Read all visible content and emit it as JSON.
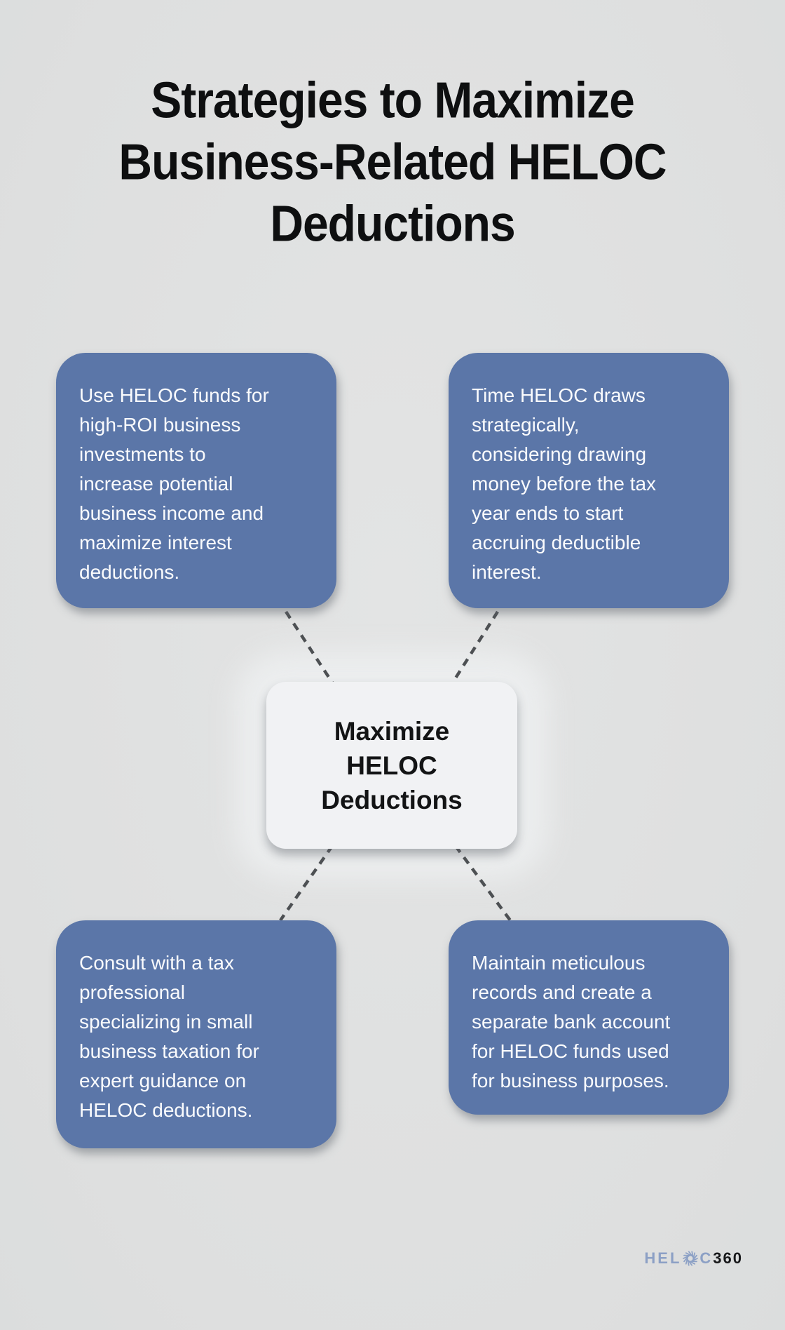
{
  "title": {
    "lines": [
      "Strategies to Maximize",
      "Business-Related HELOC",
      "Deductions"
    ]
  },
  "diagram": {
    "center": {
      "lines": [
        "Maximize",
        "HELOC",
        "Deductions"
      ]
    },
    "nodes": [
      {
        "id": "top-left",
        "lines": [
          "Use HELOC funds for",
          "high-ROI business",
          "investments to",
          "increase potential",
          "business income and",
          "maximize interest",
          "deductions."
        ]
      },
      {
        "id": "top-right",
        "lines": [
          "Time HELOC draws",
          "strategically,",
          "considering drawing",
          "money before the tax",
          "year ends to start",
          "accruing deductible",
          "interest."
        ]
      },
      {
        "id": "bottom-left",
        "lines": [
          "Consult with a tax",
          "professional",
          "specializing in small",
          "business taxation for",
          "expert guidance on",
          "HELOC deductions."
        ]
      },
      {
        "id": "bottom-right",
        "lines": [
          "Maintain meticulous",
          "records and create a",
          "separate bank account",
          "for HELOC funds used",
          "for business purposes."
        ]
      }
    ]
  },
  "logo": {
    "word_prefix": "HEL",
    "word_suffix": "C",
    "number": "360"
  },
  "colors": {
    "background": "#dedfdf",
    "card_blue": "#5b76a8",
    "card_text": "#fafbfd",
    "center_card": "#f1f2f4",
    "title_text": "#0e0f10",
    "connector_dash": "#4d5053",
    "logo_blue": "#8ca0c5",
    "logo_dark": "#17181a"
  }
}
